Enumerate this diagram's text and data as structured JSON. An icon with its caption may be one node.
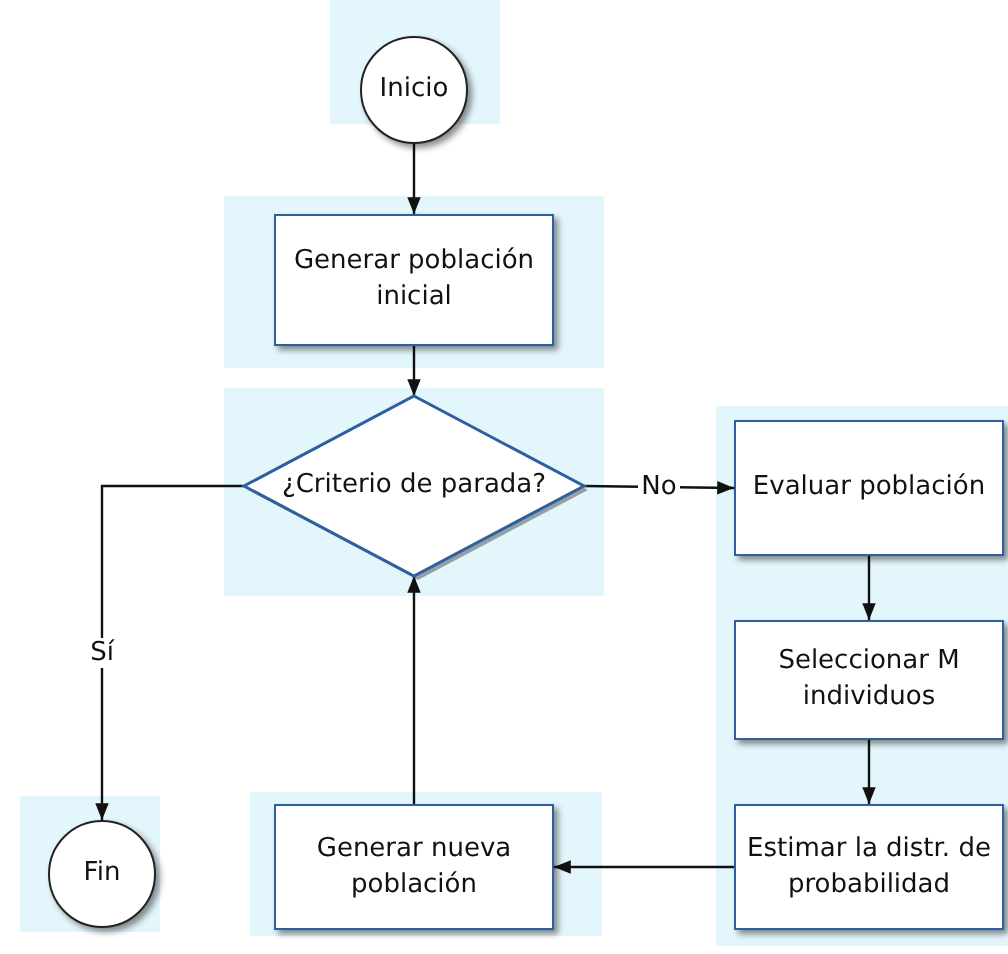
{
  "diagram": {
    "nodes": [
      {
        "text": [
          "Inicio"
        ]
      },
      {
        "text": [
          "Generar población inicial"
        ]
      },
      {
        "text": [
          "¿Criterio de parada?"
        ]
      },
      {
        "text": [
          "Evaluar población"
        ]
      },
      {
        "text": [
          "Seleccionar M individuos"
        ]
      },
      {
        "text": [
          "Estimar la distr. de probabilidad"
        ]
      },
      {
        "text": [
          "Generar nueva población"
        ]
      },
      {
        "text": [
          "Fin"
        ]
      }
    ],
    "edges": [
      {
        "from": 0,
        "to": 1,
        "arrow": "to"
      },
      {
        "from": 1,
        "to": 2,
        "arrow": "to"
      },
      {
        "from": 2,
        "to": 3,
        "arrow": "to",
        "label": "No"
      },
      {
        "from": 3,
        "to": 4,
        "arrow": "to"
      },
      {
        "from": 4,
        "to": 5,
        "arrow": "to"
      },
      {
        "from": 5,
        "to": 6,
        "arrow": "to"
      },
      {
        "from": 6,
        "to": 2,
        "arrow": "to"
      },
      {
        "from": 2,
        "to": 7,
        "arrow": "to",
        "label": "Sí"
      }
    ]
  }
}
